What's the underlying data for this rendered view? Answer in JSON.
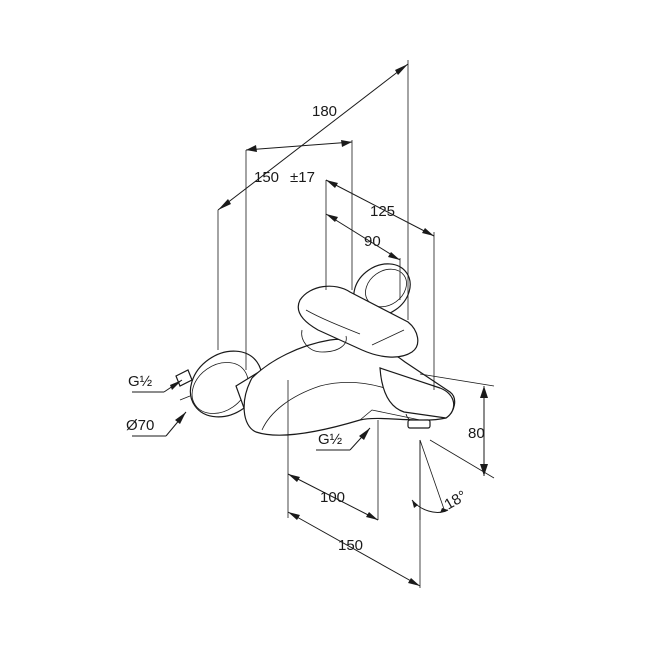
{
  "dimensions": {
    "overall_depth": "180",
    "wall_center_adjust": "150",
    "tolerance": "±17",
    "depth_125": "125",
    "depth_90": "90",
    "height_80": "80",
    "spout_100": "100",
    "spout_150": "150",
    "angle": "18°"
  },
  "labels": {
    "thread_left": "G½",
    "flange_diameter": "Ø70",
    "thread_outlet": "G½"
  }
}
